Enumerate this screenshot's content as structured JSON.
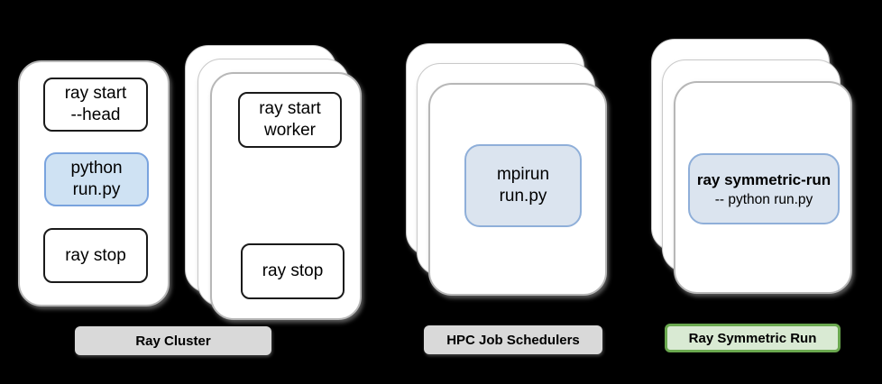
{
  "colors": {
    "background": "#000000",
    "card-fill": "#ffffff",
    "card-border": "#b7b7b7",
    "outline-box-border": "#1a1a1a",
    "blue-fill": "#cfe2f3",
    "blue-border": "#79a3de",
    "blue-fill-soft": "#dbe4ef",
    "blue-border-soft": "#8fafd9",
    "gray-label-fill": "#d9d9d9",
    "green-label-fill": "#d9ead3",
    "green-label-border": "#6aa84f",
    "text": "#000000"
  },
  "groups": [
    {
      "name": "head-node",
      "stack_count": 1,
      "boxes": [
        {
          "style": "outline",
          "lines": [
            "ray start",
            "--head"
          ]
        },
        {
          "style": "blue",
          "lines": [
            "python",
            "run.py"
          ]
        },
        {
          "style": "outline",
          "lines": [
            "ray stop"
          ]
        }
      ]
    },
    {
      "name": "worker-nodes",
      "stack_count": 3,
      "boxes": [
        {
          "style": "outline",
          "lines": [
            "ray start",
            "worker"
          ]
        },
        {
          "style": "outline",
          "lines": [
            "ray stop"
          ]
        }
      ]
    },
    {
      "name": "hpc-job-schedulers",
      "stack_count": 3,
      "boxes": [
        {
          "style": "blue",
          "lines": [
            "mpirun",
            "run.py"
          ]
        }
      ]
    },
    {
      "name": "ray-symmetric-run",
      "stack_count": 3,
      "boxes": [
        {
          "style": "blue",
          "lines": [
            "ray symmetric-run",
            "-- python run.py"
          ]
        }
      ]
    }
  ],
  "labels": [
    {
      "text": "Ray Cluster",
      "variant": "gray"
    },
    {
      "text": "HPC Job Schedulers",
      "variant": "gray"
    },
    {
      "text": "Ray Symmetric Run",
      "variant": "green"
    }
  ]
}
